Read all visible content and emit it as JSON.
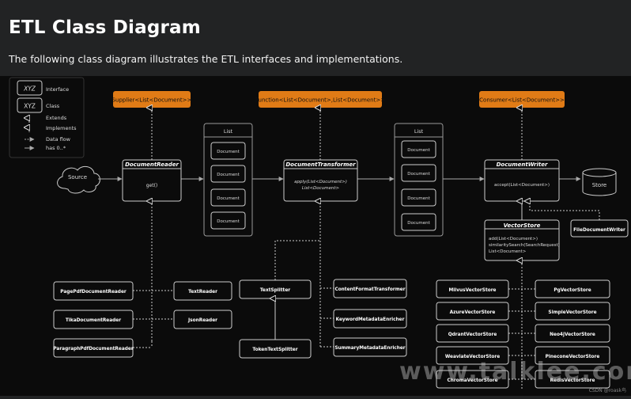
{
  "header": {
    "title": "ETL Class Diagram",
    "subtitle": "The following class diagram illustrates the ETL interfaces and implementations."
  },
  "legend": {
    "interface_box": "XYZ",
    "interface_label": "Interface",
    "class_box": "XYZ",
    "class_label": "Class",
    "extends": "Extends",
    "implements": "Implements",
    "data_flow": "Data flow",
    "has": "has 0..*"
  },
  "diagram": {
    "supplier": "Supplier<List<Document>>",
    "function": "Function<List<Document>,List<Document>>",
    "consumer": "Consumer<List<Document>>",
    "source": "Source",
    "store": "Store",
    "list_left": {
      "title": "List",
      "items": [
        "Document",
        "Document",
        "Document",
        "Document"
      ]
    },
    "list_right": {
      "title": "List",
      "items": [
        "Document",
        "Document",
        "Document",
        "Document"
      ]
    },
    "document_reader": {
      "name": "DocumentReader",
      "method": "get()"
    },
    "document_transformer": {
      "name": "DocumentTransformer",
      "method": "apply(List<Document>)",
      "method2": "List<Document>"
    },
    "document_writer": {
      "name": "DocumentWriter",
      "method": "accept(List<Document>)"
    },
    "vector_store": {
      "name": "VectorStore",
      "method1": "add(List<Document>)",
      "method2": "similaritySearch(SearchRequest)",
      "method3": "List<Document>"
    },
    "file_document_writer": "FileDocumentWriter",
    "readers": [
      "PagePdfDocumentReader",
      "TikaDocumentReader",
      "ParagraphPdfDocumentReader"
    ],
    "text_reader": "TextReader",
    "json_reader": "JsonReader",
    "text_splitter": "TextSplitter",
    "token_text_splitter": "TokenTextSplitter",
    "transformers": [
      "ContentFormatTransformer",
      "KeywordMetadataEnricher",
      "SummaryMetadataEnricher"
    ],
    "stores_left": [
      "MilvusVectorStore",
      "AzureVectorStore",
      "QdrantVectorStore",
      "WeaviateVectorStore",
      "ChromaVectorStore"
    ],
    "stores_right": [
      "PgVectorStore",
      "SimpleVectorStore",
      "Neo4jVectorStore",
      "PineconeVectorStore",
      "RedisVectorStore"
    ]
  },
  "watermark": "www.talklee.com",
  "credit": "CSDN @roask鸟",
  "colors": {
    "interface_orange": "#e07b16",
    "background": "#0b0b0b",
    "page": "#222324"
  }
}
